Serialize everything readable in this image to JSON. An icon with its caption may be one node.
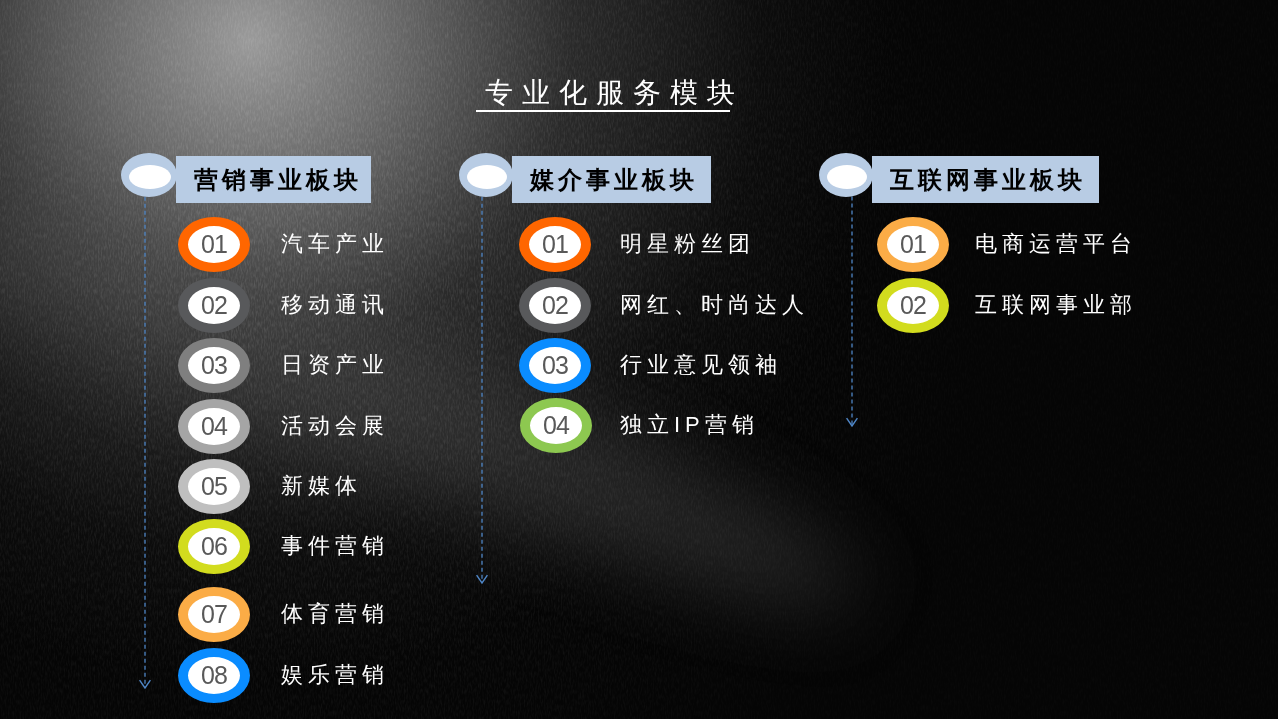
{
  "diagram": {
    "title": "专业化服务模块",
    "nodes": [
      {
        "text": [],
        "shape": "circle"
      },
      {
        "text": [
          "营销事业板块"
        ]
      },
      {
        "text": [
          "01"
        ],
        "beside": [
          "汽车产业"
        ]
      },
      {
        "text": [
          "02"
        ],
        "beside": [
          "移动通讯"
        ]
      },
      {
        "text": [
          "03"
        ],
        "beside": [
          "日资产业"
        ]
      },
      {
        "text": [
          "04"
        ],
        "beside": [
          "活动会展"
        ]
      },
      {
        "text": [
          "05"
        ],
        "beside": [
          "新媒体"
        ]
      },
      {
        "text": [
          "06"
        ],
        "beside": [
          "事件营销"
        ]
      },
      {
        "text": [
          "07"
        ],
        "beside": [
          "体育营销"
        ]
      },
      {
        "text": [
          "08"
        ],
        "beside": [
          "娱乐营销"
        ]
      },
      {
        "text": [],
        "shape": "circle"
      },
      {
        "text": [
          "媒介事业板块"
        ]
      },
      {
        "text": [
          "01"
        ],
        "beside": [
          "明星粉丝团"
        ]
      },
      {
        "text": [
          "02"
        ],
        "beside": [
          "网红、时尚达人"
        ]
      },
      {
        "text": [
          "03"
        ],
        "beside": [
          "行业意见领袖"
        ]
      },
      {
        "text": [
          "04"
        ],
        "beside": [
          "独立IP营销"
        ]
      },
      {
        "text": [],
        "shape": "circle"
      },
      {
        "text": [
          "互联网事业板块"
        ]
      },
      {
        "text": [
          "01"
        ],
        "beside": [
          "电商运营平台"
        ]
      },
      {
        "text": [
          "02"
        ],
        "beside": [
          "互联网事业部"
        ]
      }
    ],
    "edges": [
      {
        "from": 0,
        "to": null,
        "arrow": "to",
        "style": "dashed"
      },
      {
        "from": 10,
        "to": null,
        "arrow": "to",
        "style": "dashed"
      },
      {
        "from": 16,
        "to": null,
        "arrow": "to",
        "style": "dashed"
      }
    ]
  }
}
